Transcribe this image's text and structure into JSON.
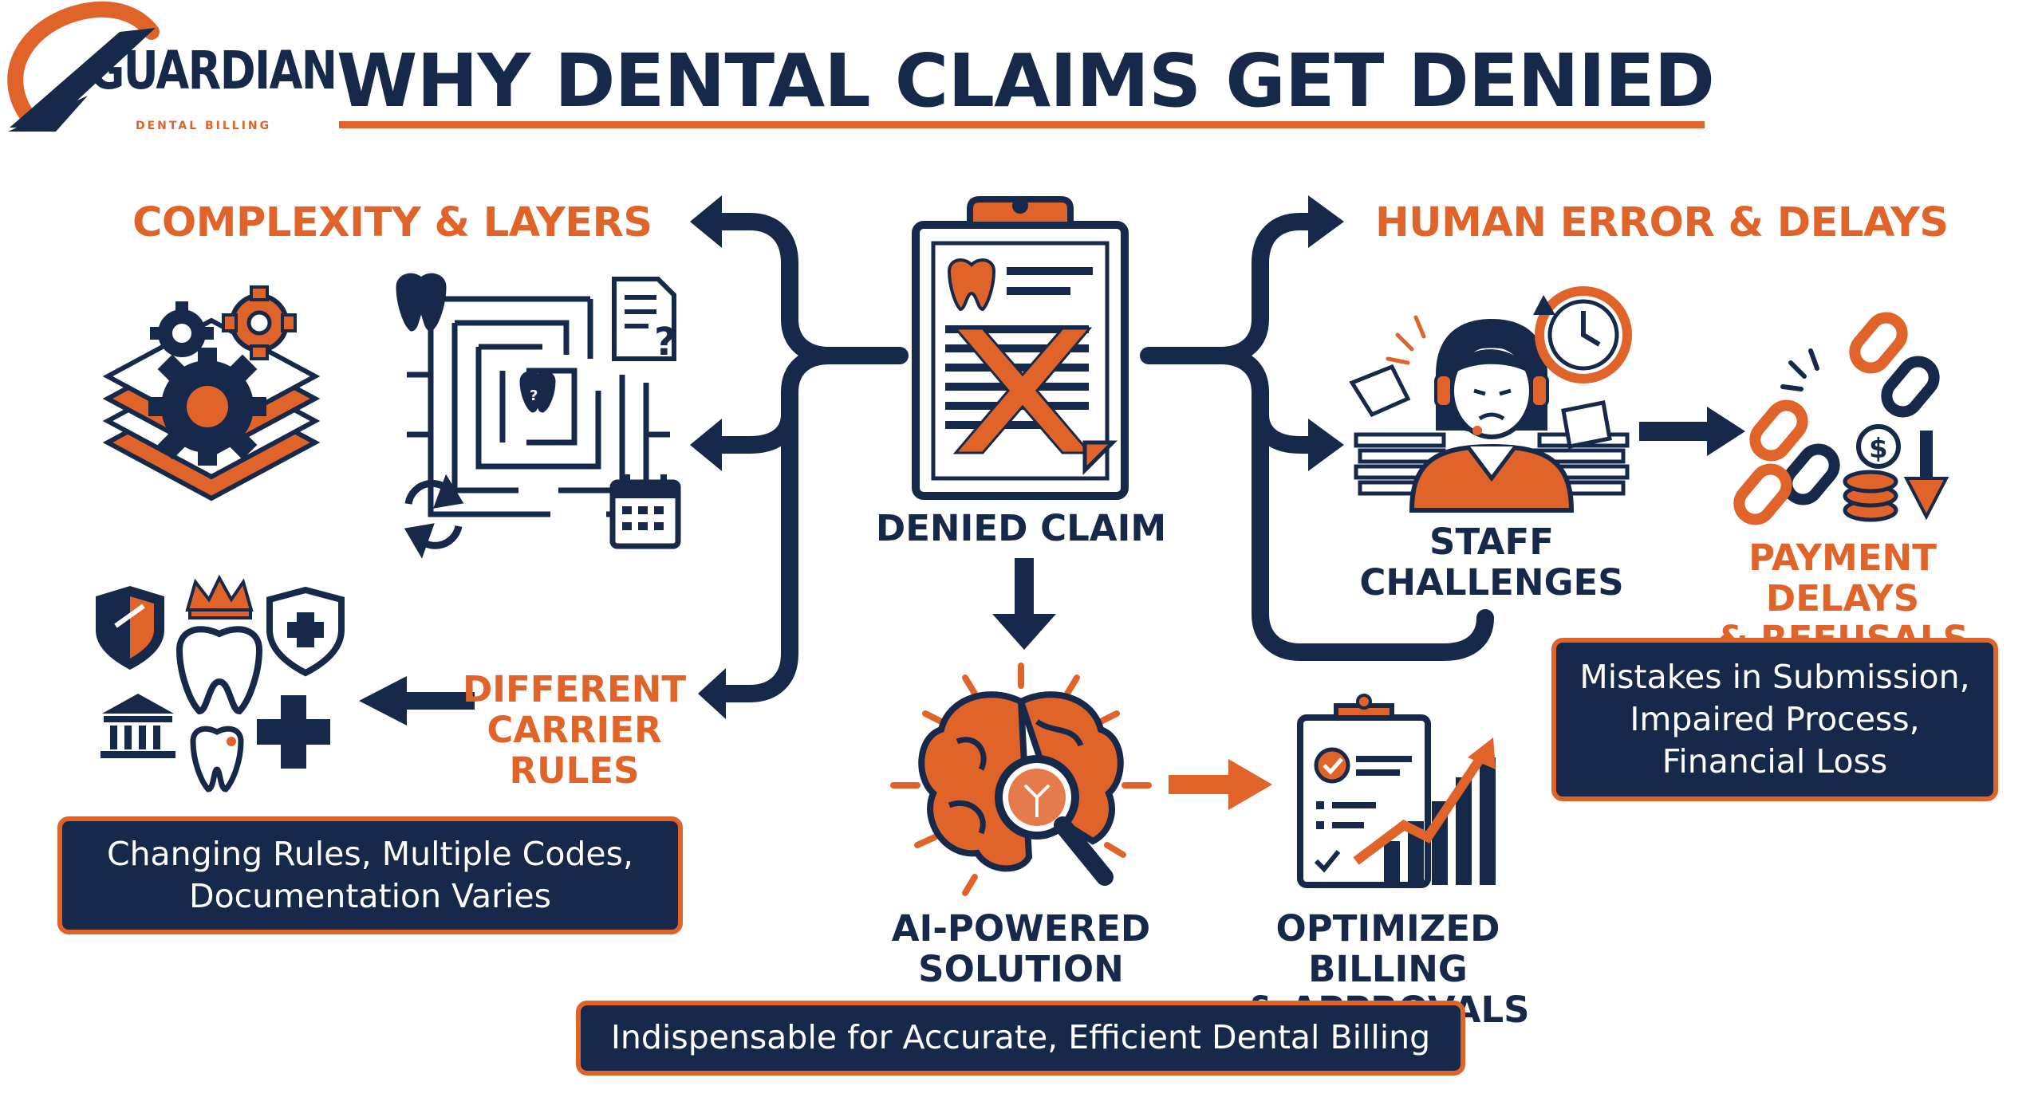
{
  "logo": {
    "name": "GUARDIAN",
    "tagline": "DENTAL BILLING"
  },
  "title": "WHY DENTAL CLAIMS GET DENIED",
  "left": {
    "heading": "COMPLEXITY & LAYERS",
    "carrier_label_line1": "DIFFERENT",
    "carrier_label_line2": "CARRIER RULES",
    "box_line1": "Changing Rules, Multiple Codes,",
    "box_line2": "Documentation Varies"
  },
  "center": {
    "denied_label": "DENIED CLAIM",
    "ai_label_line1": "AI-POWERED",
    "ai_label_line2": "SOLUTION",
    "optimized_label_line1": "OPTIMIZED BILLING",
    "optimized_label_line2": "& APPROVALS",
    "bottom_box": "Indispensable for Accurate, Efficient Dental Billing"
  },
  "right": {
    "heading": "HUMAN ERROR & DELAYS",
    "staff_label_line1": "STAFF",
    "staff_label_line2": "CHALLENGES",
    "payment_label_line1": "PAYMENT DELAYS",
    "payment_label_line2": "& REFUSALS",
    "box_line1": "Mistakes in Submission,",
    "box_line2": "Impaired Process,",
    "box_line3": "Financial Loss"
  },
  "colors": {
    "navy": "#17294a",
    "orange": "#e0642a",
    "background": "#ffffff"
  },
  "icons": [
    "gears-layers-icon",
    "maze-tooth-icon",
    "document-question-icon",
    "cycle-arrows-icon",
    "calendar-icon",
    "shield-icon",
    "crown-icon",
    "tooth-icon",
    "medical-shield-icon",
    "bank-icon",
    "plus-icon",
    "clipboard-x-icon",
    "brain-magnifier-icon",
    "clipboard-chart-icon",
    "stressed-staff-icon",
    "clock-icon",
    "broken-chain-icon",
    "coins-icon",
    "down-arrow-icon"
  ]
}
